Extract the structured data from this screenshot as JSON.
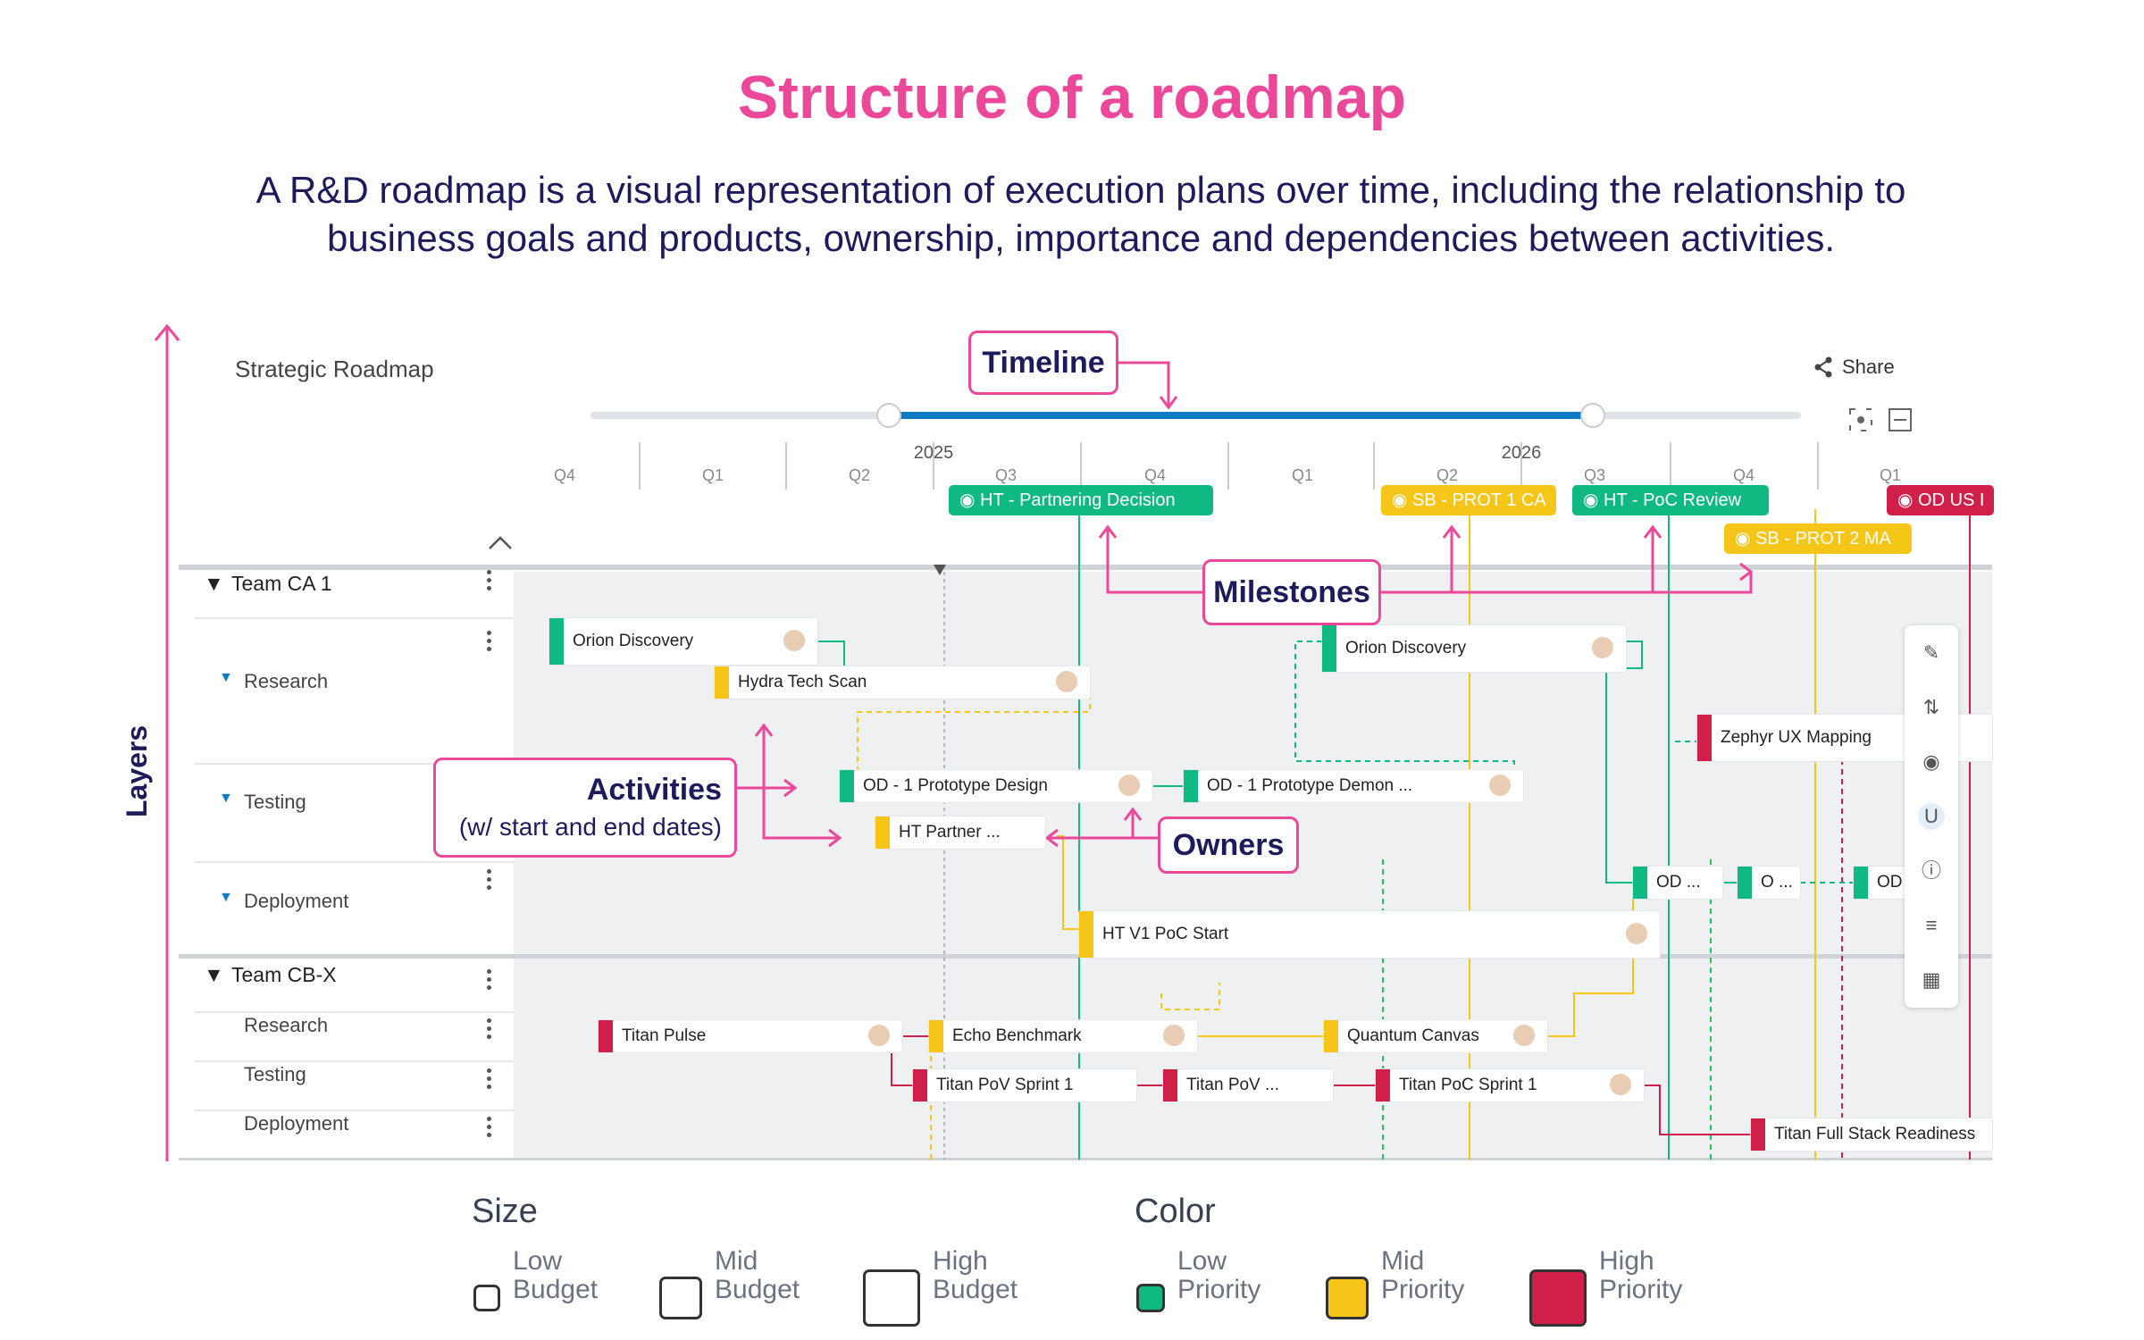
{
  "page": {
    "title": "Structure of a roadmap",
    "subtitle": "A R&D roadmap is a visual representation of execution plans over time, including the relationship to business goals and products, ownership, importance and dependencies between activities."
  },
  "side_axis_label": "Layers",
  "roadmap": {
    "name": "Strategic Roadmap",
    "share_label": "Share",
    "years": [
      "2025",
      "2026"
    ],
    "quarters": [
      "Q4",
      "Q1",
      "Q2",
      "Q3",
      "Q4",
      "Q1",
      "Q2",
      "Q3",
      "Q4",
      "Q1"
    ],
    "timeline_range_fraction": [
      0.245,
      0.83
    ],
    "teams": [
      {
        "name": "Team CA 1",
        "rows": [
          "Research",
          "Testing",
          "Deployment"
        ]
      },
      {
        "name": "Team CB-X",
        "rows": [
          "Research",
          "Testing",
          "Deployment"
        ]
      }
    ],
    "milestones": [
      {
        "label": "HT - Partnering Decision",
        "color": "#10b981",
        "icon": "thumbs-up-icon"
      },
      {
        "label": "SB - PROT 1 CA",
        "color": "#f5c518",
        "icon": "target-icon"
      },
      {
        "label": "HT - PoC Review",
        "color": "#10b981",
        "icon": "thumbs-up-icon"
      },
      {
        "label": "OD US I",
        "color": "#d0204a",
        "icon": "bulb-icon"
      },
      {
        "label": "SB - PROT 2 MA",
        "color": "#f5c518",
        "icon": "target-icon"
      }
    ],
    "activities": [
      {
        "label": "Orion Discovery",
        "priority": "low"
      },
      {
        "label": "Hydra Tech Scan",
        "priority": "mid"
      },
      {
        "label": "Orion Discovery",
        "priority": "low"
      },
      {
        "label": "Zephyr UX Mapping",
        "priority": "high"
      },
      {
        "label": "OD - 1 Prototype Design",
        "priority": "low"
      },
      {
        "label": "OD - 1 Prototype Demon ...",
        "priority": "low"
      },
      {
        "label": "HT Partner ...",
        "priority": "mid"
      },
      {
        "label": "OD ...",
        "priority": "low"
      },
      {
        "label": "O ...",
        "priority": "low"
      },
      {
        "label": "OD",
        "priority": "low"
      },
      {
        "label": "HT V1 PoC Start",
        "priority": "mid"
      },
      {
        "label": "Titan Pulse",
        "priority": "high"
      },
      {
        "label": "Echo Benchmark",
        "priority": "mid"
      },
      {
        "label": "Quantum Canvas",
        "priority": "mid"
      },
      {
        "label": "Titan PoV Sprint 1",
        "priority": "high"
      },
      {
        "label": "Titan PoV ...",
        "priority": "high"
      },
      {
        "label": "Titan PoC Sprint 1",
        "priority": "high"
      },
      {
        "label": "Titan Full Stack Readiness",
        "priority": "high"
      }
    ]
  },
  "callouts": {
    "timeline": "Timeline",
    "milestones": "Milestones",
    "activities": "Activities",
    "activities_sub": "(w/ start and end dates)",
    "owners": "Owners"
  },
  "legend": {
    "size_title": "Size",
    "size_items": [
      [
        "Low",
        "Budget"
      ],
      [
        "Mid",
        "Budget"
      ],
      [
        "High",
        "Budget"
      ]
    ],
    "color_title": "Color",
    "color_items": [
      {
        "l1": "Low",
        "l2": "Priority",
        "color": "#10b981"
      },
      {
        "l1": "Mid",
        "l2": "Priority",
        "color": "#f5c518"
      },
      {
        "l1": "High",
        "l2": "Priority",
        "color": "#d0204a"
      }
    ]
  },
  "colors": {
    "accent": "#ec4899",
    "low": "#10b981",
    "mid": "#f5c518",
    "high": "#d0204a",
    "timeline": "#0f7bc4"
  }
}
